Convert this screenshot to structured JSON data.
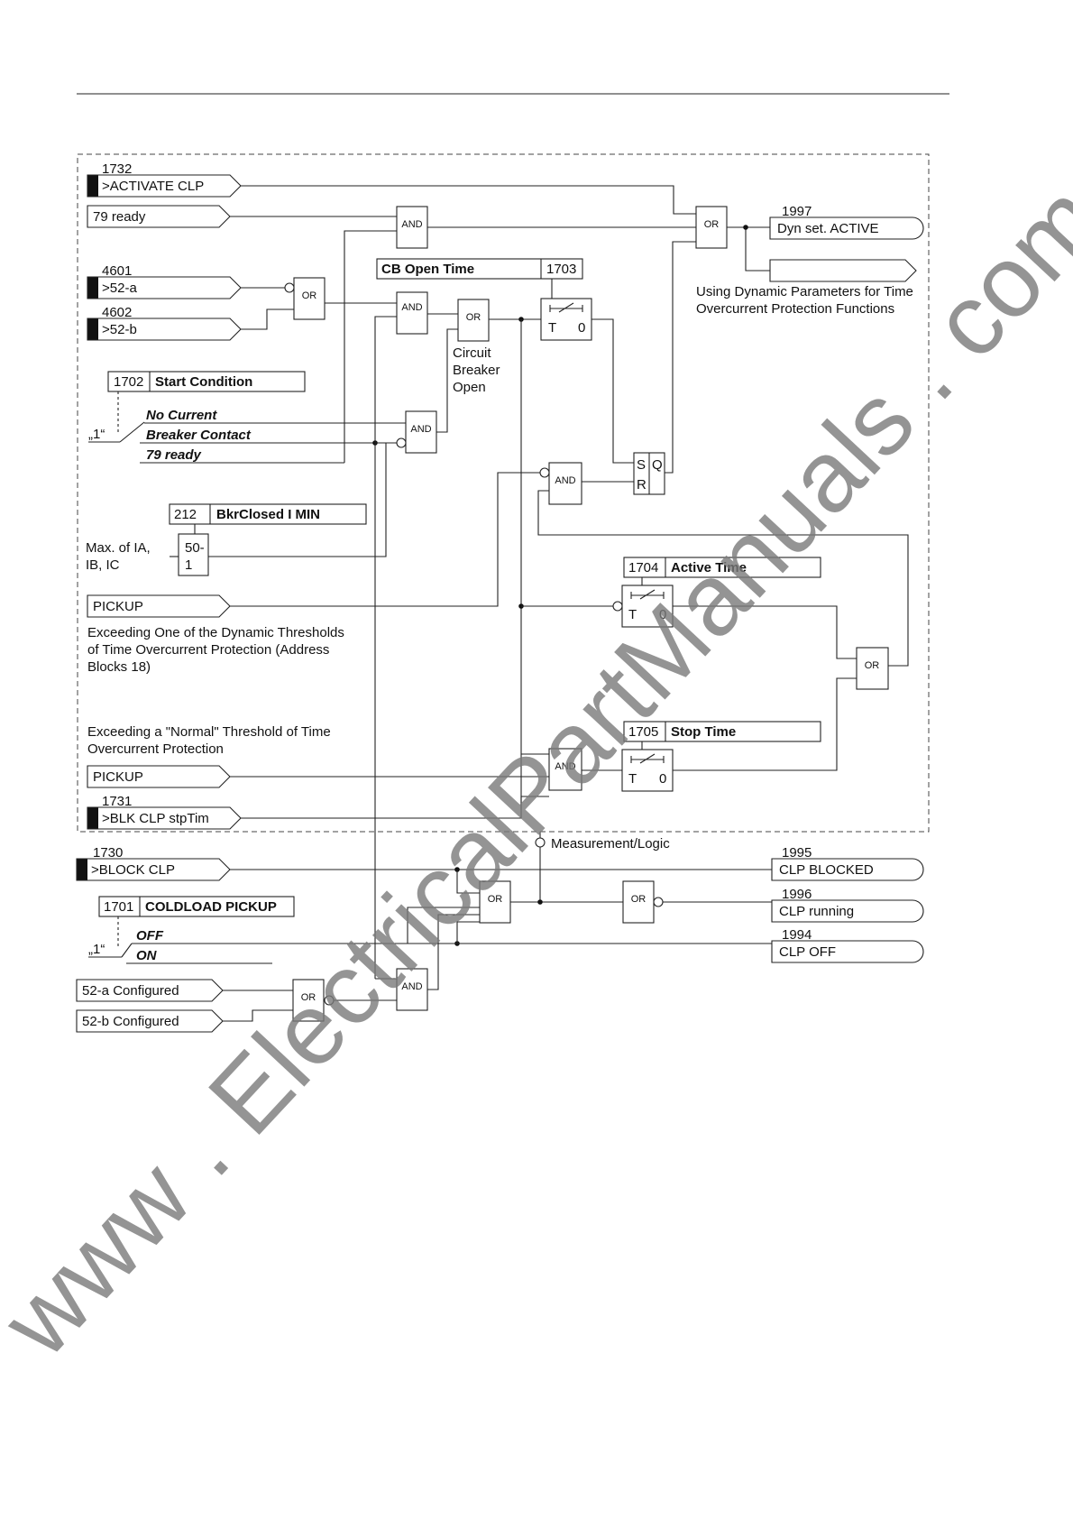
{
  "watermark": "www . ElectricalPartManuals . com",
  "inputs": {
    "activate_clp": {
      "num": "1732",
      "label": ">ACTIVATE CLP"
    },
    "ready79": {
      "label": "79 ready"
    },
    "b52a": {
      "num": "4601",
      "label": ">52-a"
    },
    "b52b": {
      "num": "4602",
      "label": ">52-b"
    },
    "pickup1": {
      "label": "PICKUP"
    },
    "pickup2": {
      "label": "PICKUP"
    },
    "blk_stp": {
      "num": "1731",
      "label": ">BLK CLP stpTim"
    },
    "block_clp": {
      "num": "1730",
      "label": ">BLOCK CLP"
    },
    "cfg52a": {
      "label": "52-a Configured"
    },
    "cfg52b": {
      "label": "52-b Configured"
    }
  },
  "outputs": {
    "dyn_active": {
      "num": "1997",
      "label": "Dyn set. ACTIVE"
    },
    "clp_blocked": {
      "num": "1995",
      "label": "CLP BLOCKED"
    },
    "clp_running": {
      "num": "1996",
      "label": "CLP running"
    },
    "clp_off": {
      "num": "1994",
      "label": "CLP OFF"
    }
  },
  "params": {
    "cb_open_time": {
      "label": "CB Open Time",
      "addr": "1703"
    },
    "start_condition": {
      "addr": "1702",
      "label": "Start Condition"
    },
    "bkrclosed": {
      "addr": "212",
      "label": "BkrClosed I MIN"
    },
    "active_time": {
      "addr": "1704",
      "label": "Active Time"
    },
    "stop_time": {
      "addr": "1705",
      "label": "Stop Time"
    },
    "coldload": {
      "addr": "1701",
      "label": "COLDLOAD PICKUP"
    }
  },
  "switches": {
    "start_options": [
      "No Current",
      "Breaker Contact",
      "79 ready"
    ],
    "start_one": "„1“",
    "clp_options": [
      "OFF",
      "ON"
    ],
    "clp_one": "„1“"
  },
  "gates": {
    "and": "AND",
    "or": "OR"
  },
  "timer": {
    "t": "T",
    "zero": "0"
  },
  "flipflop": {
    "s": "S",
    "r": "R",
    "q": "Q"
  },
  "func_5001": [
    "50-",
    "1"
  ],
  "annotations": {
    "dyn_params": [
      "Using Dynamic Parameters for Time",
      "Overcurrent Protection Functions"
    ],
    "cb_open": [
      "Circuit",
      "Breaker",
      "Open"
    ],
    "max_i": [
      "Max. of IA,",
      "IB, IC"
    ],
    "exceed_dynamic": [
      "Exceeding One of the Dynamic Thresholds",
      "of Time Overcurrent Protection (Address",
      "Blocks 18)"
    ],
    "exceed_normal": [
      "Exceeding a \"Normal\" Threshold of Time",
      "Overcurrent Protection"
    ],
    "meas_logic": "Measurement/Logic"
  }
}
